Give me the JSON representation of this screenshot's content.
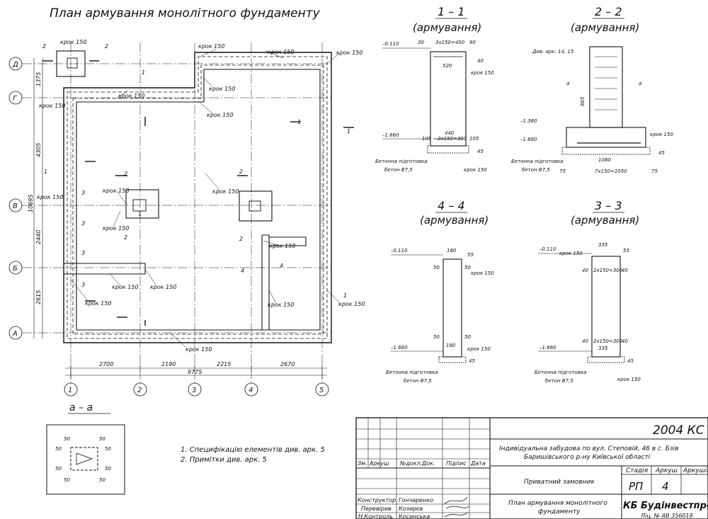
{
  "main_title": "План армування монолітного фундаменту",
  "axes_letters": [
    "Д",
    "Г",
    "В",
    "Б",
    "А"
  ],
  "axes_numbers": [
    "1",
    "2",
    "3",
    "4",
    "5"
  ],
  "dims_bottom": [
    "2700",
    "2190",
    "2215",
    "2670"
  ],
  "dim_total": "9775",
  "dims_left": [
    "1375",
    "4305",
    "10695",
    "2440",
    "2615"
  ],
  "step": "крок 150",
  "mark1": "1",
  "mark2": "2",
  "mark3": "3",
  "mark4": "4",
  "section_aa": "а – а",
  "notes": [
    "1. Специфікацію елементів див. арк. 5",
    "2. Примітки див. арк. 5"
  ],
  "aa_dims": [
    "50",
    "50",
    "50",
    "50",
    "50",
    "50",
    "50",
    "50"
  ],
  "s11": {
    "title": "1 – 1",
    "sub": "(армування)",
    "el_top": "–0.110",
    "el_bot": "–1.660",
    "d1": "30",
    "d2": "3х150=450",
    "d3": "90",
    "d4": "520",
    "d5": "440",
    "d6": "2х150=300",
    "d7": "105",
    "d8": "105",
    "d9": "40",
    "d10": "45",
    "conc": "Бетонна підготовка",
    "conc2": "бетон В7,5"
  },
  "s22": {
    "title": "2 – 2",
    "sub": "(армування)",
    "rebar": "Див. арк. 14, 15",
    "el1": "–1.360",
    "el2": "–1.660",
    "d1": "865",
    "d2": "1080",
    "d3": "75",
    "d4": "7х150=1050",
    "d5": "75",
    "d6": "45",
    "mark": "а"
  },
  "s44": {
    "title": "4 – 4",
    "sub": "(армування)",
    "el_top": "–0.110",
    "el_bot": "–1.660",
    "d1": "180",
    "d2": "55",
    "d3": "50",
    "d4": "50",
    "d5": "50",
    "d6": "50",
    "d7": "180",
    "d8": "150",
    "d9": "45"
  },
  "s33": {
    "title": "3 – 3",
    "sub": "(армування)",
    "el_top": "–0.110",
    "el_bot": "–1.660",
    "d1": "335",
    "d2": "55",
    "d3": "40",
    "d4": "2х150=300",
    "d5": "40",
    "d6": "40",
    "d7": "2х150=300",
    "d8": "40",
    "d9": "335",
    "d10": "45"
  },
  "stamp": {
    "code": "2004 КС",
    "project": "Індивідуальна забудова по вул. Степовій, 46 в с. Бзів",
    "project2": "Баришівського р-ну Київської області",
    "headers": [
      "Зм.",
      "Аркуш",
      "№докл.",
      "Док.",
      "Підпис",
      "Дата"
    ],
    "customer": "Приватний замовник",
    "stage_h": "Стадія",
    "sheet_h": "Аркуш",
    "sheets_h": "Аркушів",
    "stage": "РП",
    "sheet": "4",
    "roles": [
      "Конструктор",
      "Перевірив",
      "Н.Контроль"
    ],
    "names": [
      "Гончаренко",
      "Козирєв",
      "Косинська"
    ],
    "drawing": "План армування монолітного",
    "drawing2": "фундаменту",
    "company": "КБ Будінвестпроект",
    "license": "Ліц. № АВ 356018"
  }
}
